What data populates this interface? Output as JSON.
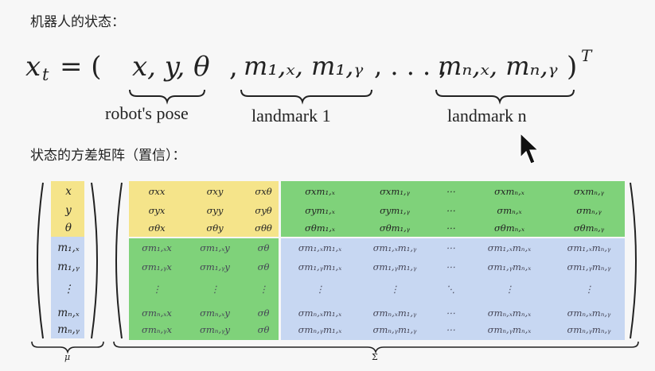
{
  "heading_state": "机器人的状态：",
  "heading_cov": "状态的方差矩阵（置信）：",
  "equation": {
    "lhs": "x",
    "lhs_sub": "t",
    "equals_open": "= (",
    "pose": "x, y, θ",
    "comma1": ",",
    "lm1": "m₁,ₓ, m₁,ᵧ",
    "dots": ", . . . ,",
    "lmn": "mₙ,ₓ, mₙ,ᵧ",
    "close": ")",
    "sup": "T"
  },
  "labels": {
    "pose": "robot's pose",
    "landmark1": "landmark 1",
    "landmarkn": "landmark n",
    "mu": "μ",
    "sigma": "Σ"
  },
  "mu_vector": [
    "x",
    "y",
    "θ",
    "m₁,ₓ",
    "m₁,ᵧ",
    "⋮",
    "mₙ,ₓ",
    "mₙ,ᵧ"
  ],
  "matrix_rows": [
    [
      "σxx",
      "σxy",
      "σxθ",
      "σxm₁,ₓ",
      "σxm₁,ᵧ",
      "⋯",
      "σxmₙ,ₓ",
      "σxmₙ,ᵧ"
    ],
    [
      "σyx",
      "σyy",
      "σyθ",
      "σym₁,ₓ",
      "σym₁,ᵧ",
      "⋯",
      "σmₙ,ₓ",
      "σmₙ,ᵧ"
    ],
    [
      "σθx",
      "σθy",
      "σθθ",
      "σθm₁,ₓ",
      "σθm₁,ᵧ",
      "⋯",
      "σθmₙ,ₓ",
      "σθmₙ,ᵧ"
    ],
    [
      "σm₁,ₓx",
      "σm₁,ₓy",
      "σθ",
      "σm₁,ₓm₁,ₓ",
      "σm₁,ₓm₁,ᵧ",
      "⋯",
      "σm₁,ₓmₙ,ₓ",
      "σm₁,ₓmₙ,ᵧ"
    ],
    [
      "σm₁,ᵧx",
      "σm₁,ᵧy",
      "σθ",
      "σm₁,ᵧm₁,ₓ",
      "σm₁,ᵧm₁,ᵧ",
      "⋯",
      "σm₁,ᵧmₙ,ₓ",
      "σm₁,ᵧmₙ,ᵧ"
    ],
    [
      "⋮",
      "⋮",
      "⋮",
      "⋮",
      "⋮",
      "⋱",
      "⋮",
      "⋮"
    ],
    [
      "σmₙ,ₓx",
      "σmₙ,ₓy",
      "σθ",
      "σmₙ,ₓm₁,ₓ",
      "σmₙ,ₓm₁,ᵧ",
      "⋯",
      "σmₙ,ₓmₙ,ₓ",
      "σmₙ,ₓmₙ,ᵧ"
    ],
    [
      "σmₙ,ᵧx",
      "σmₙ,ᵧy",
      "σθ",
      "σmₙ,ᵧm₁,ₓ",
      "σmₙ,ᵧm₁,ᵧ",
      "⋯",
      "σmₙ,ᵧmₙ,ₓ",
      "σmₙ,ᵧmₙ,ᵧ"
    ]
  ],
  "colors": {
    "yellow": "#f5e48a",
    "green": "#7fd27a",
    "blue": "#c7d7f2"
  }
}
